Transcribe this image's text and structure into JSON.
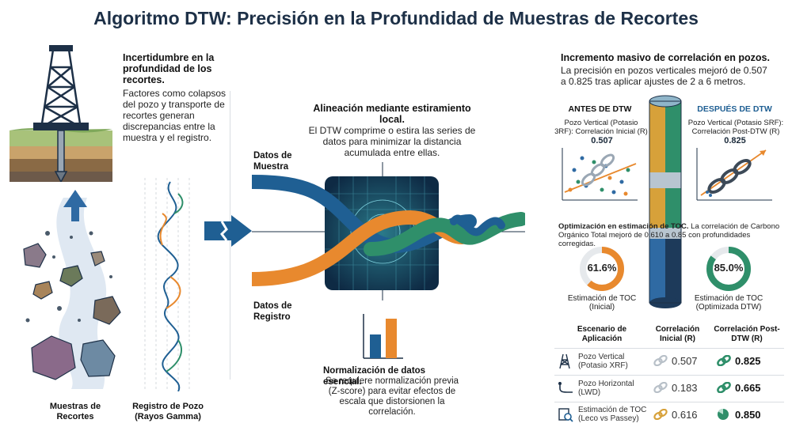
{
  "title": "Algoritmo DTW: Precisión en la Profundidad de Muestras de Recortes",
  "uncertainty": {
    "heading": "Incertidumbre en la profundidad de los recortes.",
    "body": "Factores como colapsos del pozo y transporte de recortes generan discrepancias entre la muestra y el registro."
  },
  "labels": {
    "cuttings": "Muestras de Recortes",
    "well_log": "Registro de Pozo (Rayos Gamma)",
    "sample_data": "Datos de Muestra",
    "log_data": "Datos de Registro"
  },
  "alignment": {
    "heading": "Alineación mediante estiramiento local.",
    "body": "El DTW comprime o estira las series de datos para minimizar la distancia acumulada entre ellas."
  },
  "normalization": {
    "heading": "Normalización de datos esencial.",
    "body": "Se requiere normalización previa (Z-score) para evitar efectos de escala que distorsionen la correlación."
  },
  "correlation": {
    "heading": "Incremento masivo de correlación en pozos.",
    "body": "La precisión en pozos verticales mejoró de 0.507 a 0.825 tras aplicar ajustes de 2 a 6 metros.",
    "before_title": "ANTES DE DTW",
    "before_desc": "Pozo Vertical (Potasio 3RF): Correlación Inicial (R)",
    "before_value": "0.507",
    "after_title": "DESPUÉS DE DTW",
    "after_desc": "Pozo Vertical (Potasio SRF): Correlación Post-DTW (R)",
    "after_value": "0.825"
  },
  "toc": {
    "heading": "Optimización en estimación de TOC.",
    "body": "La correlación de Carbono Orgánico Total mejoró de 0.610 a 0.85 con profundidades corregidas.",
    "initial_label": "61.6%",
    "initial_value": 61.6,
    "initial_caption": "Estimación de TOC (Inicial)",
    "optimized_label": "85.0%",
    "optimized_value": 85.0,
    "optimized_caption": "Estimación de TOC (Optimizada DTW)"
  },
  "table": {
    "headers": [
      "Escenario de Aplicación",
      "Correlación Inicial (R)",
      "Correlación Post-DTW (R)"
    ],
    "rows": [
      {
        "scenario": "Pozo Vertical (Potasio XRF)",
        "initial": "0.507",
        "post": "0.825",
        "icon": "derrick-icon"
      },
      {
        "scenario": "Pozo Horizontal (LWD)",
        "initial": "0.183",
        "post": "0.665",
        "icon": "horizontal-well-icon"
      },
      {
        "scenario": "Estimación de TOC (Leco vs Passey)",
        "initial": "0.616",
        "post": "0.850",
        "icon": "magnifier-chart-icon"
      }
    ]
  },
  "colors": {
    "blue": "#1f5f93",
    "orange": "#e8892e",
    "green": "#2f8f6a",
    "navy": "#1d3047",
    "gold": "#d7a13a"
  }
}
